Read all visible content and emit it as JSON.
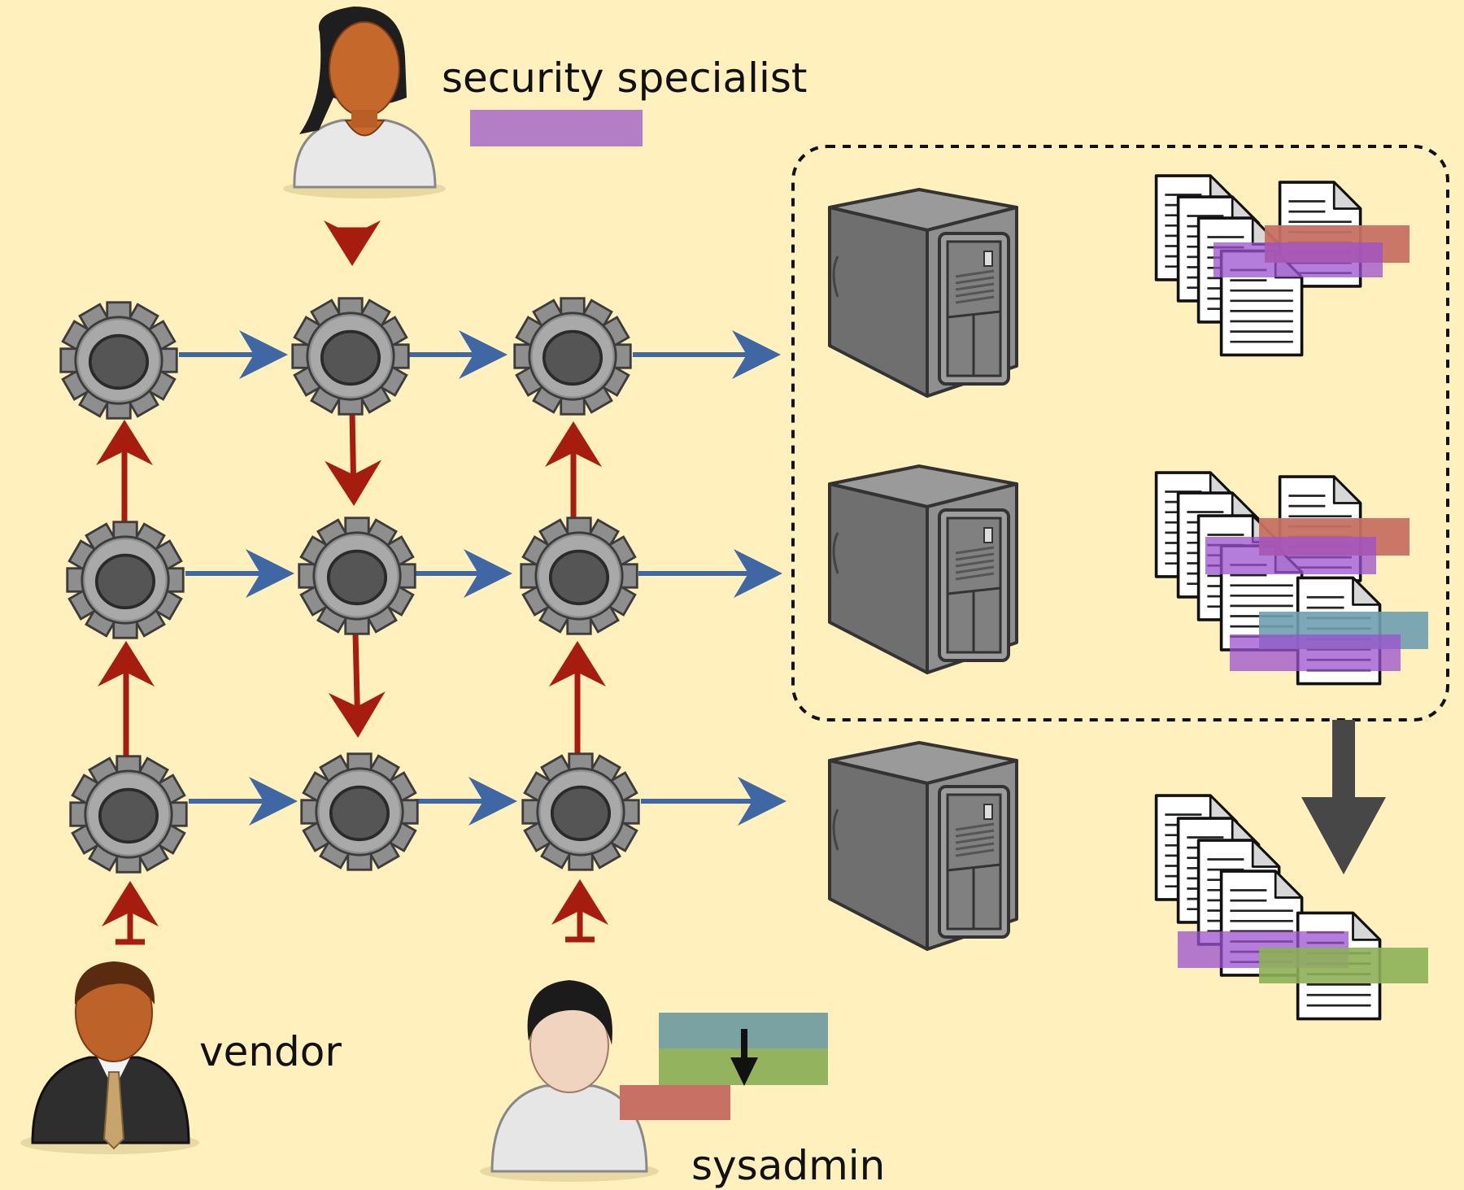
{
  "labels": {
    "security_specialist": "security specialist",
    "vendor": "vendor",
    "sysadmin": "sysadmin"
  },
  "colors": {
    "background": "#fff0bd",
    "config_flow_arrow": "#a61c0f",
    "deploy_arrow": "#3f67a3",
    "merge_arrow": "#474747",
    "purple_tag": "#b47ec6",
    "red_tag": "#c77063",
    "teal_tag": "#7aa2a2",
    "green_tag": "#94b35e",
    "gear": "#8e8e8e",
    "server": "#7f7f7f"
  },
  "icons": {
    "security_specialist": "female-user-icon",
    "vendor": "businessman-user-icon",
    "sysadmin": "male-user-icon",
    "module": "gear-icon",
    "machine": "server-tower-icon",
    "configuration": "document-stack-icon"
  }
}
